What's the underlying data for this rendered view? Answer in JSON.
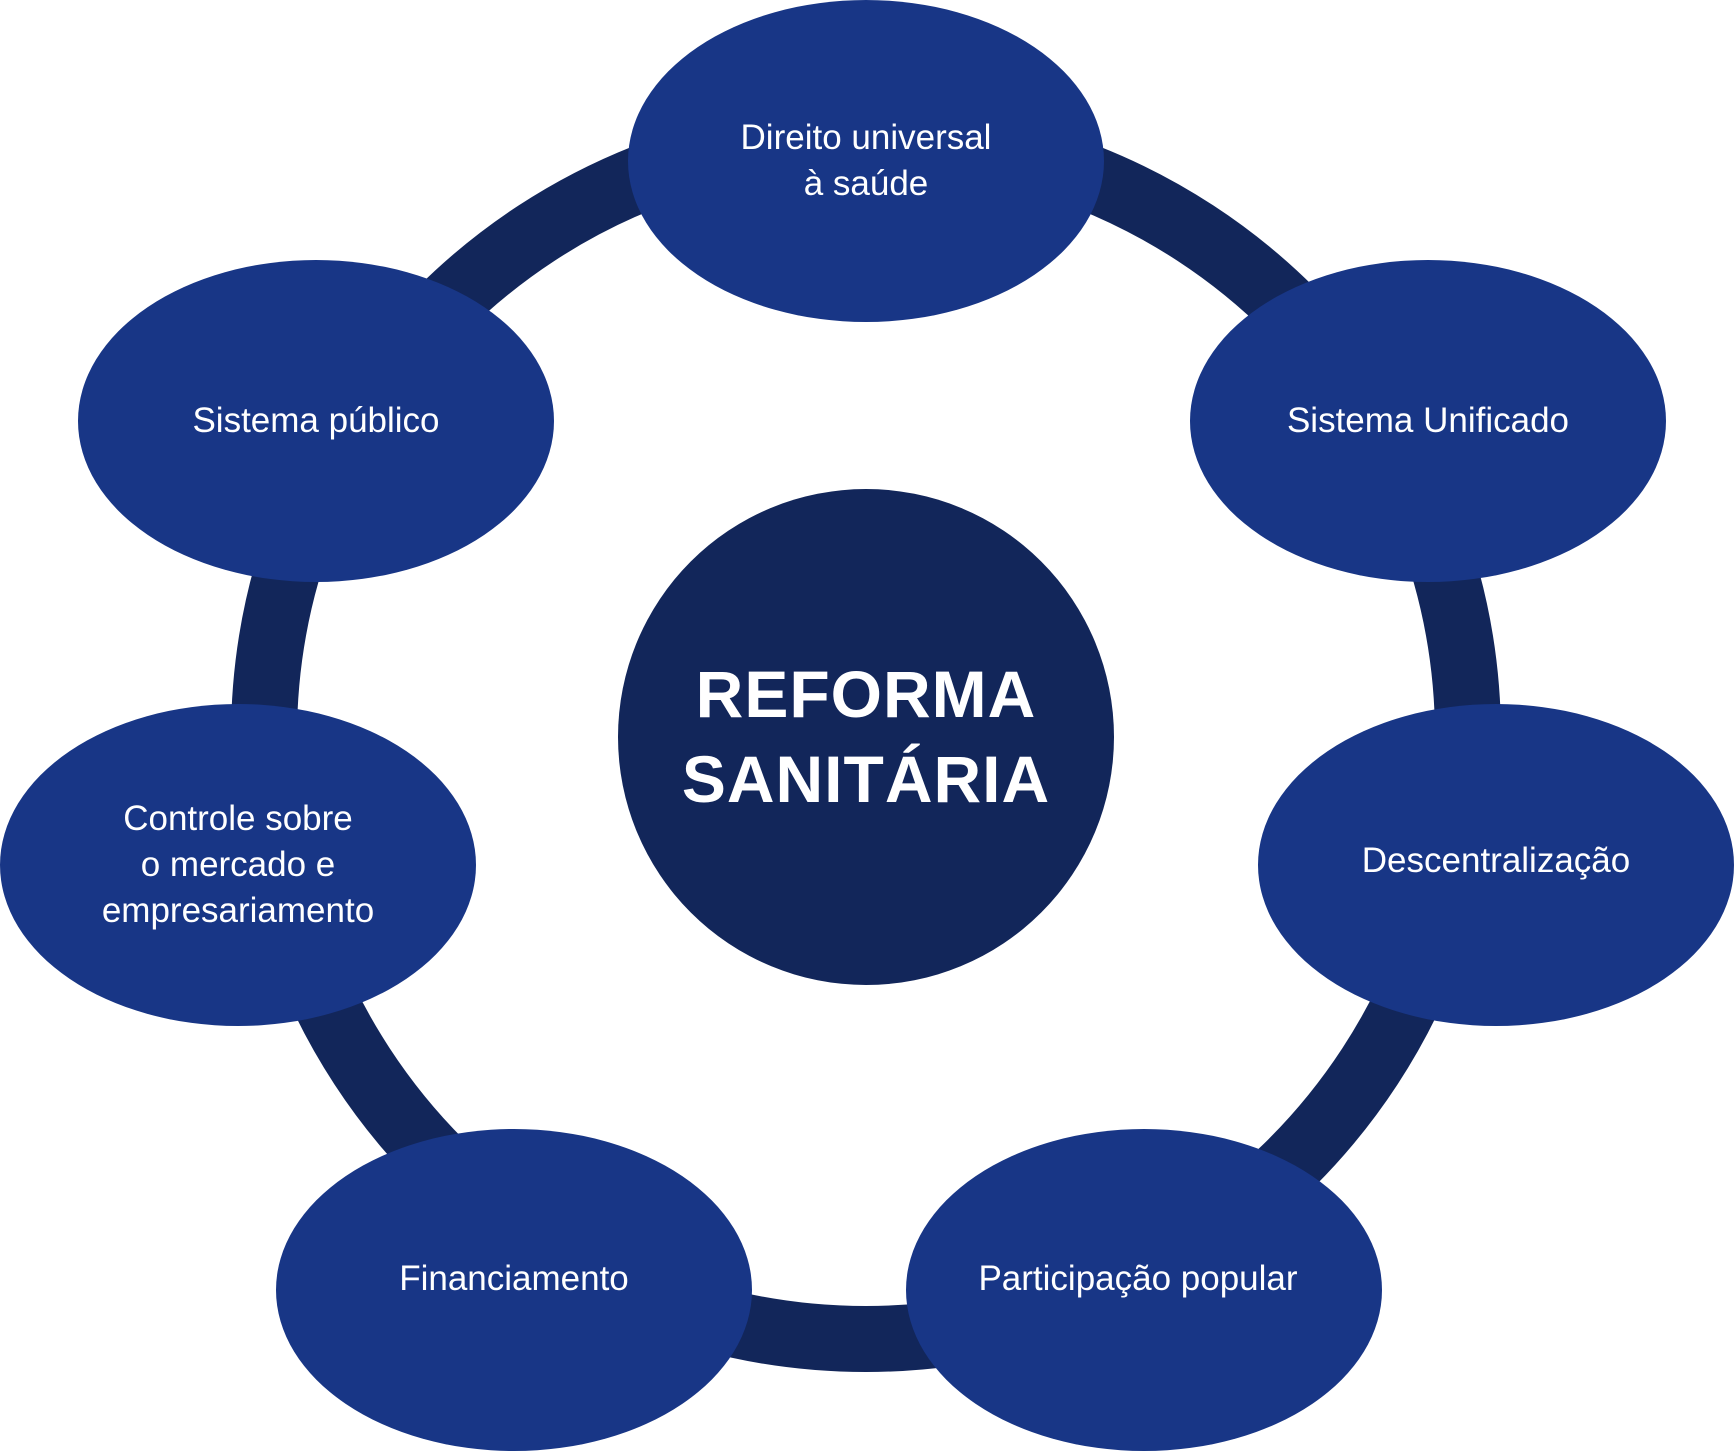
{
  "colors": {
    "ring": "#12265a",
    "node_fill": "#183686",
    "center_fill": "#12265a",
    "text": "#ffffff"
  },
  "center": {
    "label": "REFORMA\nSANITÁRIA"
  },
  "nodes": [
    {
      "id": "direito-universal",
      "label": "Direito universal\nà saúde"
    },
    {
      "id": "sistema-unificado",
      "label": "Sistema Unificado"
    },
    {
      "id": "descentralizacao",
      "label": "Descentralização"
    },
    {
      "id": "participacao-popular",
      "label": "Participação popular"
    },
    {
      "id": "financiamento",
      "label": "Financiamento"
    },
    {
      "id": "controle-mercado",
      "label": "Controle sobre\no mercado e\nempresariamento"
    },
    {
      "id": "sistema-publico",
      "label": "Sistema público"
    }
  ]
}
